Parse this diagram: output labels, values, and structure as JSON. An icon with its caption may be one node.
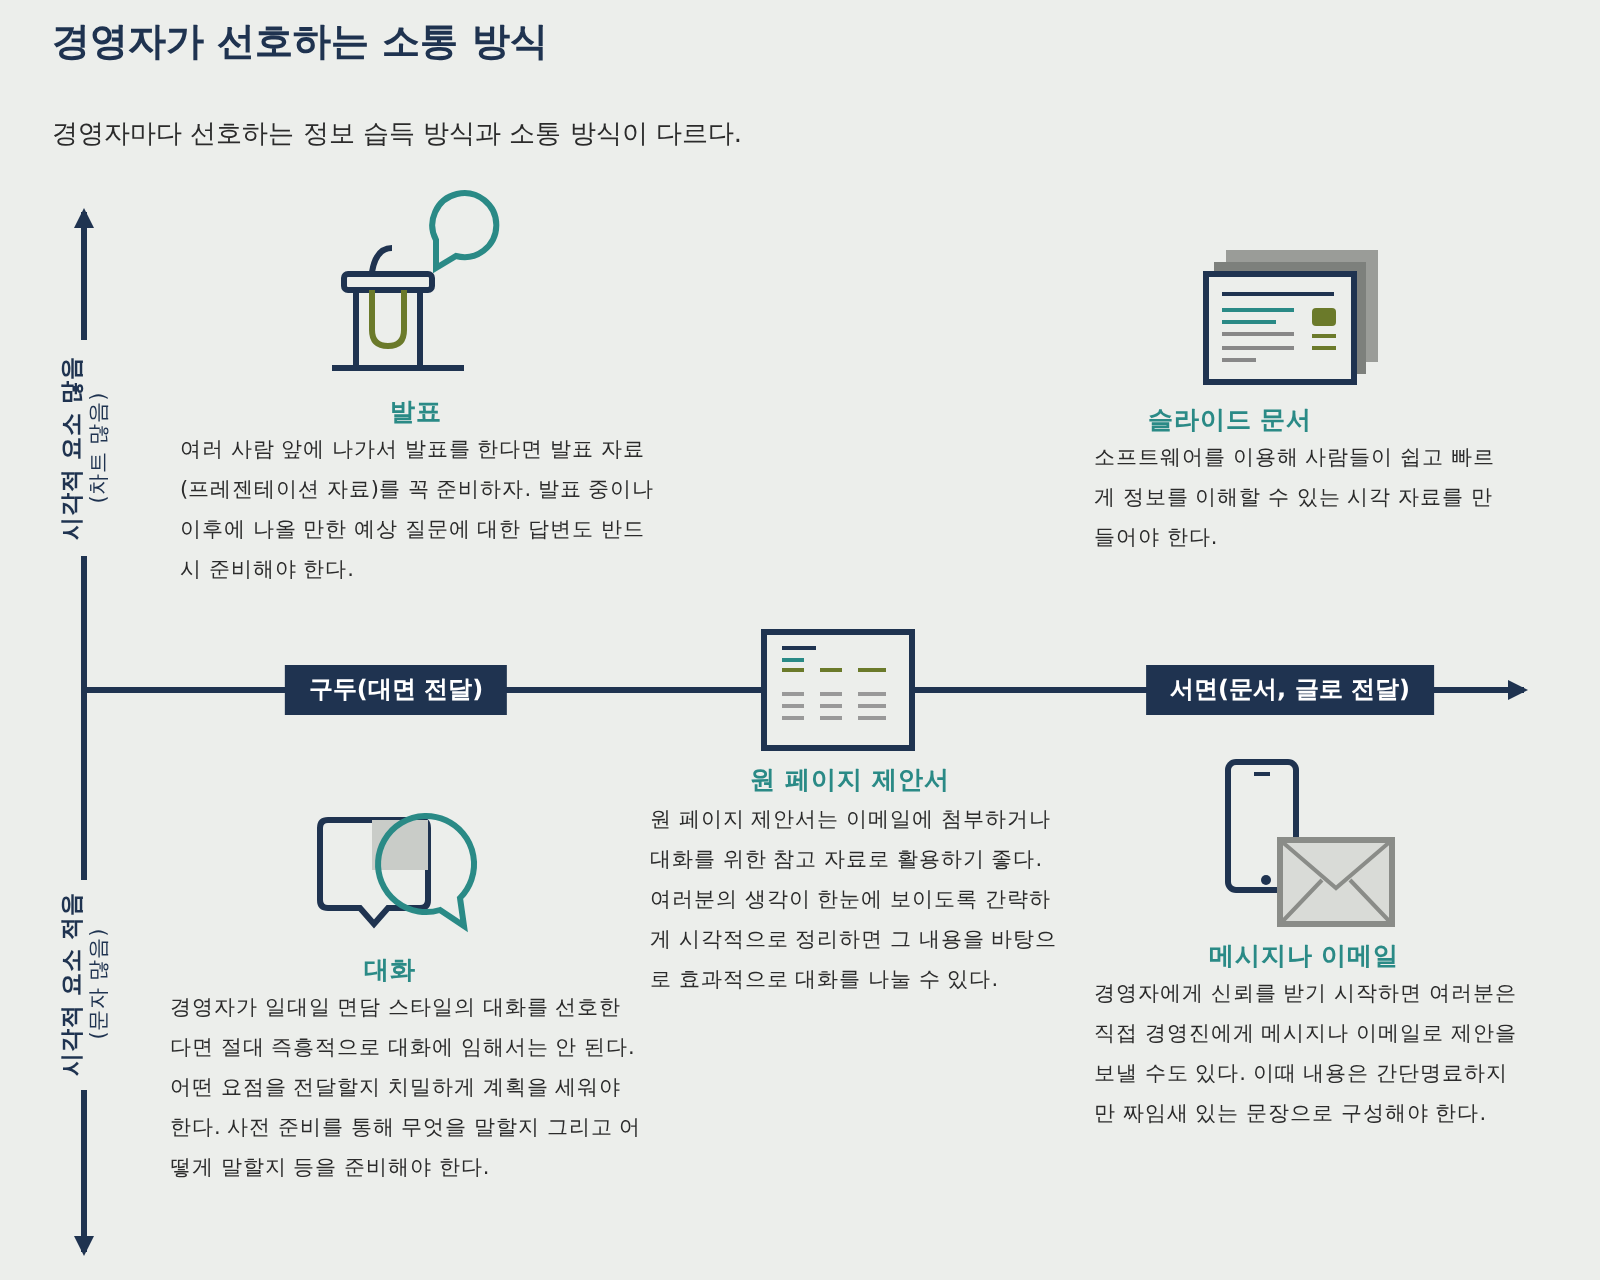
{
  "diagram": {
    "title": "경영자가 선호하는 소통 방식",
    "nodes": [
      {
        "text": [
          "구두(대면 전달)"
        ]
      },
      {
        "text": [
          "서면(문서, 글로 전달)"
        ]
      }
    ],
    "labels": [
      "경영자마다 선호하는 정보 습득 방식과 소통 방식이 다르다.",
      "시각적 요소 많음",
      "(차트 많음)",
      "발표",
      "여러 사람 앞에 나가서 발표를 한다면 발표 자료 (프레젠테이션 자료)를 꼭 준비하자. 발표 중이나 이후에 나올 만한 예상 질문에 대한 답변도 반드시 준비해야 한다.",
      "슬라이드 문서",
      "소프트웨어를 이용해 사람들이 쉽고 빠르게 정보를 이해할 수 있는 시각 자료를 만들어야 한다.",
      "원 페이지 제안서",
      "원 페이지 제안서는 이메일에 첨부하거나 대화를 위한 참고 자료로 활용하기 좋다. 여러분의 생각이 한눈에 보이도록 간략하게 시각적으로 정리하면 그 내용을 바탕으로 효과적으로 대화를 나눌 수 있다.",
      "시각적 요소 적음",
      "(문자 많음)",
      "대화",
      "경영자가 일대일 면담 스타일의 대화를 선호한다면 절대 즉흥적으로 대화에 임해서는 안 된다. 어떤 요점을 전달할지 치밀하게 계획을 세워야 한다. 사전 준비를 통해 무엇을 말할지 그리고 어떻게 말할지 등을 준비해야 한다.",
      "메시지나 이메일",
      "경영자에게 신뢰를 받기 시작하면 여러분은 직접 경영진에게 메시지나 이메일로 제안을 보낼 수도 있다. 이때 내용은 간단명료하지만 짜임새 있는 문장으로 구성해야 한다."
    ]
  }
}
